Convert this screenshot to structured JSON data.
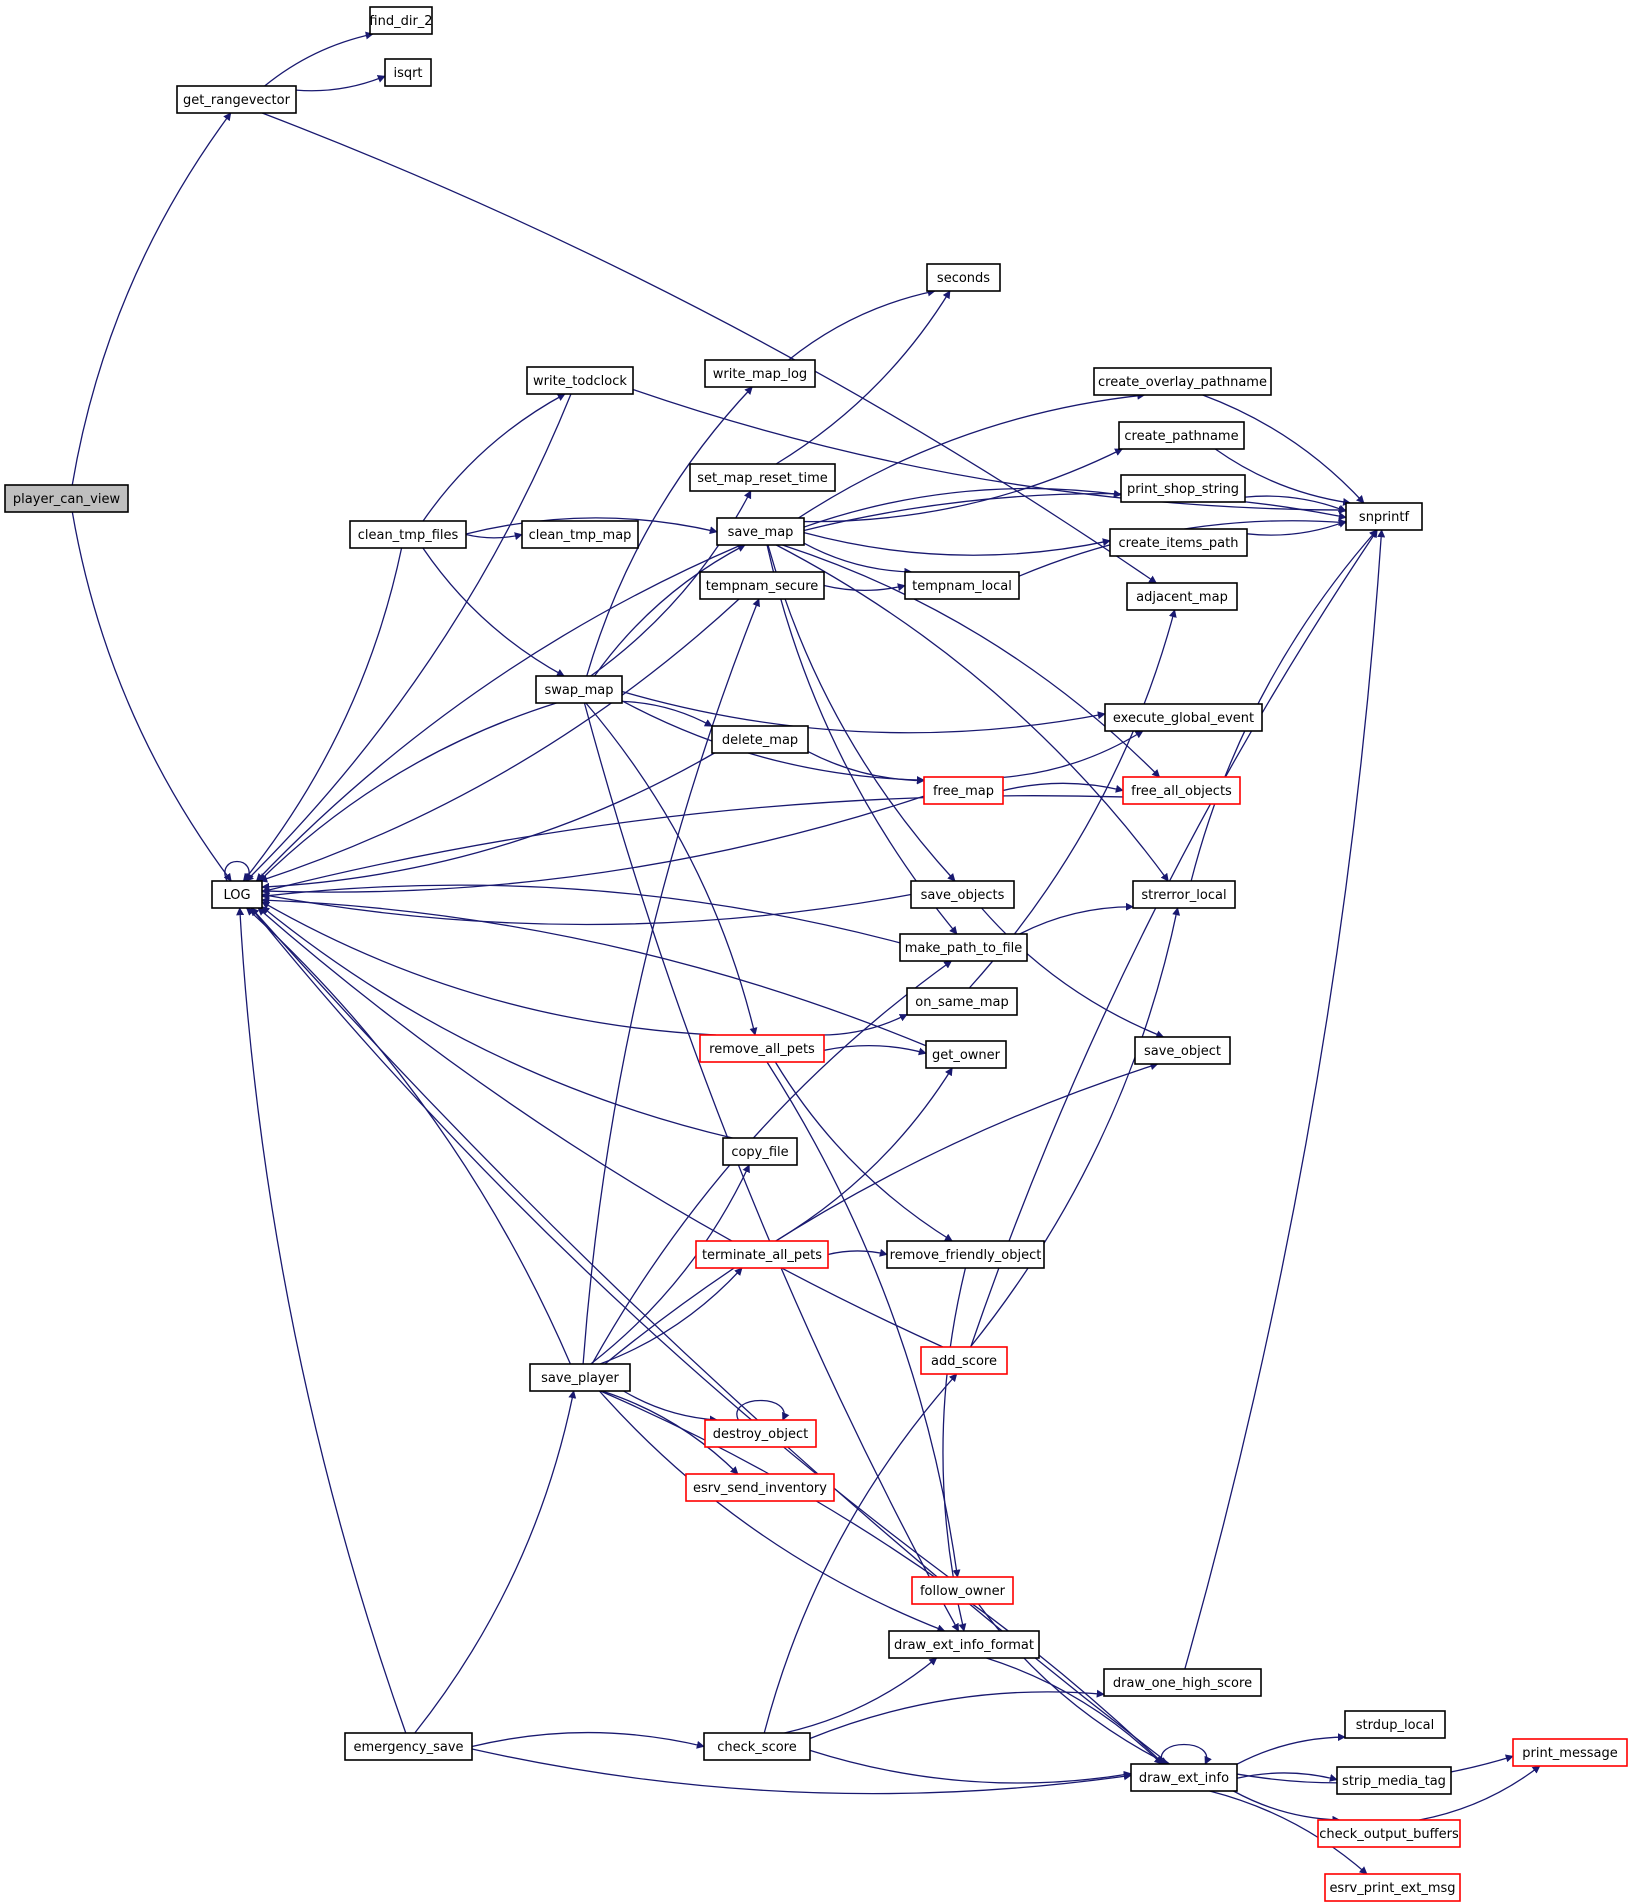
{
  "title": "player_can_view call graph",
  "colors": {
    "edge": "#191970",
    "border_normal": "#000000",
    "border_truncated": "#ff0000",
    "root_fill": "#bfbfbf"
  },
  "nodes": [
    {
      "id": "player_can_view",
      "label": "player_can_view",
      "style": "root"
    },
    {
      "id": "get_rangevector",
      "label": "get_rangevector",
      "style": "normal"
    },
    {
      "id": "find_dir_2",
      "label": "find_dir_2",
      "style": "normal"
    },
    {
      "id": "isqrt",
      "label": "isqrt",
      "style": "normal"
    },
    {
      "id": "LOG",
      "label": "LOG",
      "style": "normal"
    },
    {
      "id": "write_todclock",
      "label": "write_todclock",
      "style": "normal"
    },
    {
      "id": "write_map_log",
      "label": "write_map_log",
      "style": "normal"
    },
    {
      "id": "seconds",
      "label": "seconds",
      "style": "normal"
    },
    {
      "id": "set_map_reset_time",
      "label": "set_map_reset_time",
      "style": "normal"
    },
    {
      "id": "clean_tmp_files",
      "label": "clean_tmp_files",
      "style": "normal"
    },
    {
      "id": "clean_tmp_map",
      "label": "clean_tmp_map",
      "style": "normal"
    },
    {
      "id": "save_map",
      "label": "save_map",
      "style": "normal"
    },
    {
      "id": "create_overlay_pathname",
      "label": "create_overlay_pathname",
      "style": "normal"
    },
    {
      "id": "create_pathname",
      "label": "create_pathname",
      "style": "normal"
    },
    {
      "id": "print_shop_string",
      "label": "print_shop_string",
      "style": "normal"
    },
    {
      "id": "create_items_path",
      "label": "create_items_path",
      "style": "normal"
    },
    {
      "id": "snprintf",
      "label": "snprintf",
      "style": "normal"
    },
    {
      "id": "tempnam_secure",
      "label": "tempnam_secure",
      "style": "normal"
    },
    {
      "id": "tempnam_local",
      "label": "tempnam_local",
      "style": "normal"
    },
    {
      "id": "adjacent_map",
      "label": "adjacent_map",
      "style": "normal"
    },
    {
      "id": "swap_map",
      "label": "swap_map",
      "style": "normal"
    },
    {
      "id": "execute_global_event",
      "label": "execute_global_event",
      "style": "normal"
    },
    {
      "id": "delete_map",
      "label": "delete_map",
      "style": "normal"
    },
    {
      "id": "free_map",
      "label": "free_map",
      "style": "truncated"
    },
    {
      "id": "free_all_objects",
      "label": "free_all_objects",
      "style": "truncated"
    },
    {
      "id": "save_objects",
      "label": "save_objects",
      "style": "normal"
    },
    {
      "id": "strerror_local",
      "label": "strerror_local",
      "style": "normal"
    },
    {
      "id": "make_path_to_file",
      "label": "make_path_to_file",
      "style": "normal"
    },
    {
      "id": "on_same_map",
      "label": "on_same_map",
      "style": "normal"
    },
    {
      "id": "remove_all_pets",
      "label": "remove_all_pets",
      "style": "truncated"
    },
    {
      "id": "get_owner",
      "label": "get_owner",
      "style": "normal"
    },
    {
      "id": "save_object",
      "label": "save_object",
      "style": "normal"
    },
    {
      "id": "copy_file",
      "label": "copy_file",
      "style": "normal"
    },
    {
      "id": "terminate_all_pets",
      "label": "terminate_all_pets",
      "style": "truncated"
    },
    {
      "id": "remove_friendly_object",
      "label": "remove_friendly_object",
      "style": "normal"
    },
    {
      "id": "add_score",
      "label": "add_score",
      "style": "truncated"
    },
    {
      "id": "save_player",
      "label": "save_player",
      "style": "normal"
    },
    {
      "id": "destroy_object",
      "label": "destroy_object",
      "style": "truncated"
    },
    {
      "id": "esrv_send_inventory",
      "label": "esrv_send_inventory",
      "style": "truncated"
    },
    {
      "id": "follow_owner",
      "label": "follow_owner",
      "style": "truncated"
    },
    {
      "id": "draw_ext_info_format",
      "label": "draw_ext_info_format",
      "style": "normal"
    },
    {
      "id": "draw_one_high_score",
      "label": "draw_one_high_score",
      "style": "normal"
    },
    {
      "id": "emergency_save",
      "label": "emergency_save",
      "style": "normal"
    },
    {
      "id": "check_score",
      "label": "check_score",
      "style": "normal"
    },
    {
      "id": "draw_ext_info",
      "label": "draw_ext_info",
      "style": "normal"
    },
    {
      "id": "strdup_local",
      "label": "strdup_local",
      "style": "normal"
    },
    {
      "id": "print_message",
      "label": "print_message",
      "style": "truncated"
    },
    {
      "id": "strip_media_tag",
      "label": "strip_media_tag",
      "style": "normal"
    },
    {
      "id": "check_output_buffers",
      "label": "check_output_buffers",
      "style": "truncated"
    },
    {
      "id": "esrv_print_ext_msg",
      "label": "esrv_print_ext_msg",
      "style": "truncated"
    }
  ],
  "edges": [
    [
      "player_can_view",
      "get_rangevector"
    ],
    [
      "player_can_view",
      "LOG"
    ],
    [
      "get_rangevector",
      "find_dir_2"
    ],
    [
      "get_rangevector",
      "isqrt"
    ],
    [
      "get_rangevector",
      "adjacent_map"
    ],
    [
      "LOG",
      "LOG"
    ],
    [
      "write_todclock",
      "LOG"
    ],
    [
      "write_todclock",
      "snprintf"
    ],
    [
      "write_map_log",
      "seconds"
    ],
    [
      "set_map_reset_time",
      "seconds"
    ],
    [
      "clean_tmp_files",
      "write_todclock"
    ],
    [
      "clean_tmp_files",
      "clean_tmp_map"
    ],
    [
      "clean_tmp_files",
      "save_map"
    ],
    [
      "clean_tmp_files",
      "swap_map"
    ],
    [
      "clean_tmp_files",
      "LOG"
    ],
    [
      "save_map",
      "LOG"
    ],
    [
      "save_map",
      "create_overlay_pathname"
    ],
    [
      "save_map",
      "create_pathname"
    ],
    [
      "save_map",
      "print_shop_string"
    ],
    [
      "save_map",
      "create_items_path"
    ],
    [
      "save_map",
      "snprintf"
    ],
    [
      "save_map",
      "tempnam_local"
    ],
    [
      "save_map",
      "free_all_objects"
    ],
    [
      "save_map",
      "save_objects"
    ],
    [
      "save_map",
      "strerror_local"
    ],
    [
      "save_map",
      "make_path_to_file"
    ],
    [
      "create_overlay_pathname",
      "snprintf"
    ],
    [
      "create_pathname",
      "snprintf"
    ],
    [
      "print_shop_string",
      "snprintf"
    ],
    [
      "create_items_path",
      "snprintf"
    ],
    [
      "tempnam_secure",
      "LOG"
    ],
    [
      "tempnam_secure",
      "tempnam_local"
    ],
    [
      "tempnam_local",
      "snprintf"
    ],
    [
      "swap_map",
      "LOG"
    ],
    [
      "swap_map",
      "write_map_log"
    ],
    [
      "swap_map",
      "set_map_reset_time"
    ],
    [
      "swap_map",
      "save_map"
    ],
    [
      "swap_map",
      "execute_global_event"
    ],
    [
      "swap_map",
      "delete_map"
    ],
    [
      "swap_map",
      "free_map"
    ],
    [
      "swap_map",
      "remove_all_pets"
    ],
    [
      "swap_map",
      "draw_ext_info_format"
    ],
    [
      "delete_map",
      "LOG"
    ],
    [
      "delete_map",
      "free_map"
    ],
    [
      "free_map",
      "LOG"
    ],
    [
      "free_map",
      "execute_global_event"
    ],
    [
      "free_map",
      "free_all_objects"
    ],
    [
      "free_all_objects",
      "LOG"
    ],
    [
      "save_objects",
      "LOG"
    ],
    [
      "save_objects",
      "save_object"
    ],
    [
      "strerror_local",
      "snprintf"
    ],
    [
      "make_path_to_file",
      "LOG"
    ],
    [
      "make_path_to_file",
      "strerror_local"
    ],
    [
      "on_same_map",
      "adjacent_map"
    ],
    [
      "remove_all_pets",
      "LOG"
    ],
    [
      "remove_all_pets",
      "on_same_map"
    ],
    [
      "remove_all_pets",
      "get_owner"
    ],
    [
      "remove_all_pets",
      "remove_friendly_object"
    ],
    [
      "remove_all_pets",
      "follow_owner"
    ],
    [
      "get_owner",
      "LOG"
    ],
    [
      "copy_file",
      "LOG"
    ],
    [
      "terminate_all_pets",
      "get_owner"
    ],
    [
      "terminate_all_pets",
      "remove_friendly_object"
    ],
    [
      "remove_friendly_object",
      "draw_ext_info_format"
    ],
    [
      "add_score",
      "LOG"
    ],
    [
      "add_score",
      "strerror_local"
    ],
    [
      "add_score",
      "snprintf"
    ],
    [
      "save_player",
      "LOG"
    ],
    [
      "save_player",
      "tempnam_secure"
    ],
    [
      "save_player",
      "copy_file"
    ],
    [
      "save_player",
      "make_path_to_file"
    ],
    [
      "save_player",
      "terminate_all_pets"
    ],
    [
      "save_player",
      "save_object"
    ],
    [
      "save_player",
      "destroy_object"
    ],
    [
      "save_player",
      "esrv_send_inventory"
    ],
    [
      "save_player",
      "draw_ext_info_format"
    ],
    [
      "save_player",
      "draw_ext_info"
    ],
    [
      "destroy_object",
      "destroy_object"
    ],
    [
      "follow_owner",
      "LOG"
    ],
    [
      "follow_owner",
      "draw_ext_info"
    ],
    [
      "draw_ext_info_format",
      "draw_ext_info"
    ],
    [
      "draw_one_high_score",
      "snprintf"
    ],
    [
      "emergency_save",
      "LOG"
    ],
    [
      "emergency_save",
      "save_player"
    ],
    [
      "emergency_save",
      "check_score"
    ],
    [
      "emergency_save",
      "draw_ext_info"
    ],
    [
      "check_score",
      "add_score"
    ],
    [
      "check_score",
      "draw_ext_info_format"
    ],
    [
      "check_score",
      "draw_one_high_score"
    ],
    [
      "check_score",
      "draw_ext_info"
    ],
    [
      "draw_ext_info",
      "LOG"
    ],
    [
      "draw_ext_info",
      "draw_ext_info"
    ],
    [
      "draw_ext_info",
      "strdup_local"
    ],
    [
      "draw_ext_info",
      "print_message"
    ],
    [
      "draw_ext_info",
      "strip_media_tag"
    ],
    [
      "draw_ext_info",
      "check_output_buffers"
    ],
    [
      "draw_ext_info",
      "esrv_print_ext_msg"
    ],
    [
      "check_output_buffers",
      "print_message"
    ]
  ]
}
